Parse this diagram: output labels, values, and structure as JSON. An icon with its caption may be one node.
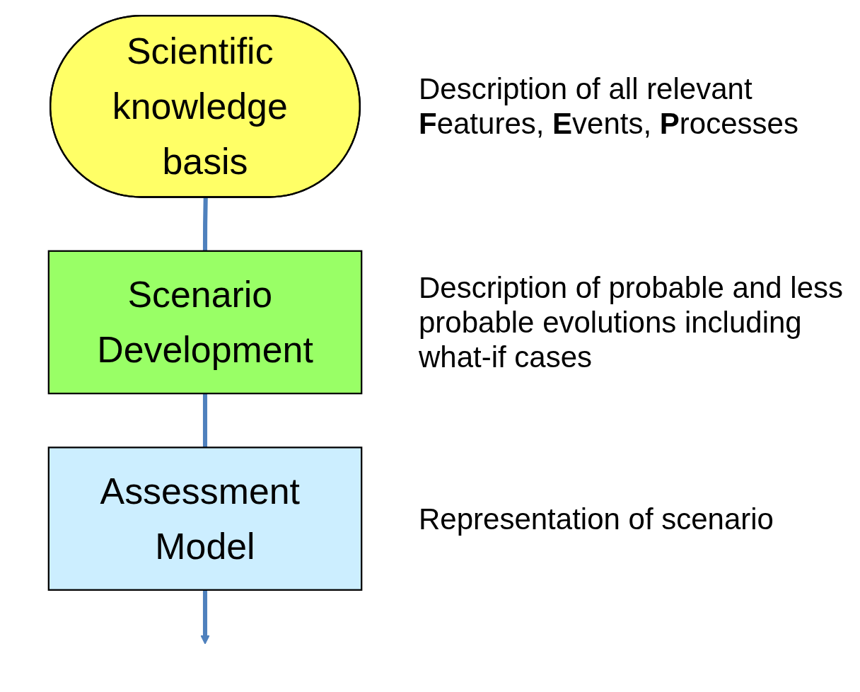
{
  "diagram": {
    "nodes": [
      {
        "text": [
          "Scientific knowledge basis"
        ],
        "beside": [
          "Description of all relevant **F**eatures, **E**vents, **P**rocesses"
        ]
      },
      {
        "text": [
          "Scenario Development"
        ],
        "beside": [
          "Description of probable and less probable evolutions including what-if cases"
        ]
      },
      {
        "text": [
          "Assessment Model"
        ],
        "beside": [
          "Representation of scenario"
        ]
      }
    ],
    "edges": [
      {
        "from": 0,
        "to": 1,
        "arrow": "none"
      },
      {
        "from": 1,
        "to": 2,
        "arrow": "none"
      },
      {
        "from": 2,
        "to": null,
        "arrow": "to"
      }
    ]
  }
}
